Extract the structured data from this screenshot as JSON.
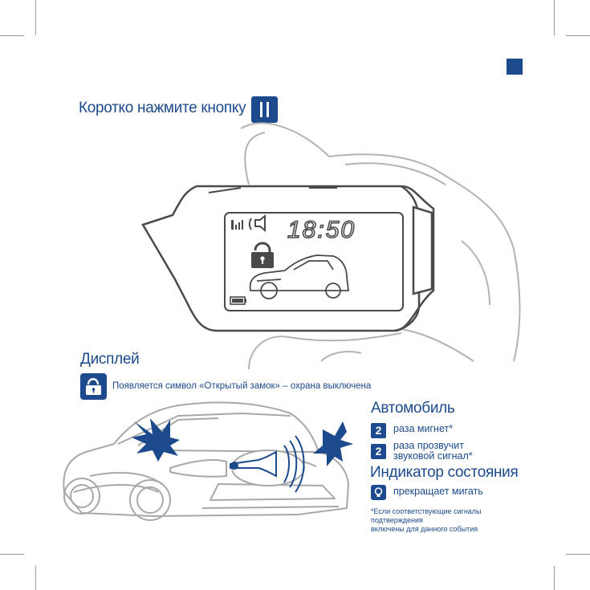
{
  "header": {
    "instruction": "Коротко нажмите кнопку"
  },
  "lcd": {
    "time": "18:50"
  },
  "display_section": {
    "title": "Дисплей",
    "description": "Появляется символ «Открытый замок» – охрана выключена"
  },
  "car_section": {
    "title": "Автомобиль",
    "items": [
      {
        "count": "2",
        "text": "раза мигнет*"
      },
      {
        "count": "2",
        "text_line1": "раза прозвучит",
        "text_line2": "звуковой сигнал*"
      }
    ]
  },
  "indicator_section": {
    "title": "Индикатор состояния",
    "item_text": "прекращает мигать"
  },
  "footnote": {
    "line1": "*Если соответствующие сигналы подтверждения",
    "line2": "включены для данного события"
  },
  "colors": {
    "accent": "#1c4a8c",
    "outline_dark": "#4a4a4a",
    "outline_light": "#b0b0b0"
  },
  "icons": [
    "pause-button-icon",
    "open-lock-icon",
    "signal-icon",
    "horn-icon",
    "battery-icon",
    "status-led-icon",
    "flash-burst-icon"
  ]
}
